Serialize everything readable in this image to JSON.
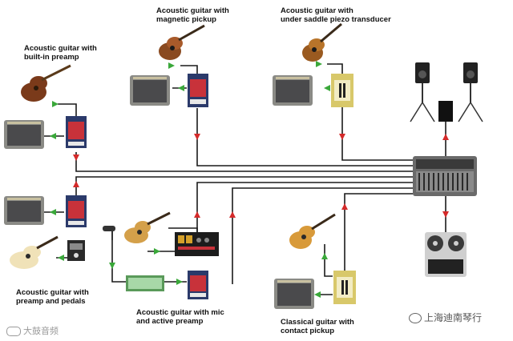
{
  "labels": {
    "magnetic": [
      "Acoustic guitar with",
      "magnetic pickup"
    ],
    "piezo": [
      "Acoustic guitar with",
      "under saddle piezo transducer"
    ],
    "builtin": [
      "Acoustic guitar with",
      "built-in preamp"
    ],
    "pedals": [
      "Acoustic guitar with",
      "preamp and pedals"
    ],
    "mic": [
      "Acoustic guitar with mic",
      "and active preamp"
    ],
    "classical": [
      "Classical guitar with",
      "contact pickup"
    ]
  },
  "watermark": {
    "right_text": "上海迪南琴行",
    "left_text": "大鼓音频"
  },
  "colors": {
    "arrow_red": "#d42a2a",
    "arrow_green": "#3aa83a",
    "wire": "#1a1a1a",
    "amp_body": "#8a8a85",
    "amp_grille": "#4a4a4c",
    "guitar_wood": "#a8652a",
    "di_red": "#c8323a",
    "di_yellow": "#d8c86a"
  }
}
